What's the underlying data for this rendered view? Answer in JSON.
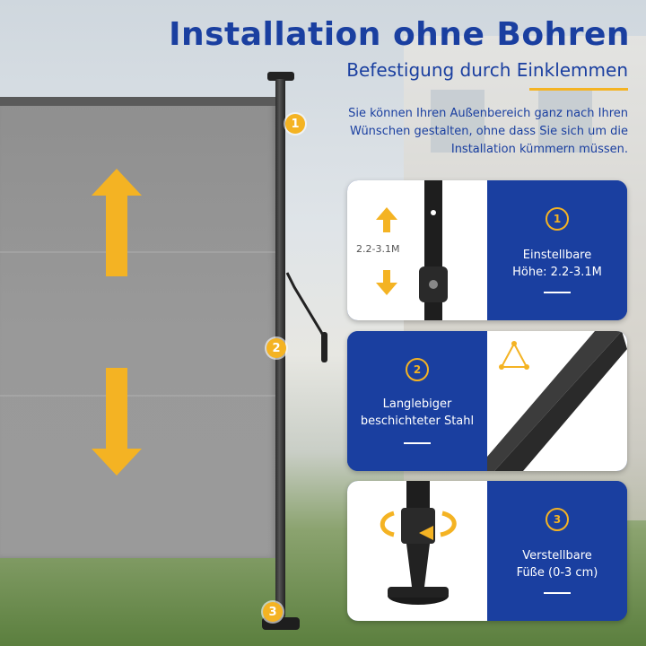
{
  "header": {
    "title": "Installation ohne Bohren",
    "subtitle": "Befestigung durch Einklemmen",
    "description": "Sie können Ihren Außenbereich ganz nach Ihren Wünschen gestalten, ohne dass Sie sich um die Installation kümmern müssen."
  },
  "pole_markers": [
    "1",
    "2",
    "3"
  ],
  "features": [
    {
      "number": "1",
      "label_line1": "Einstellbare",
      "label_line2": "Höhe: 2.2-3.1M",
      "range_label": "2.2-3.1M"
    },
    {
      "number": "2",
      "label_line1": "Langlebiger",
      "label_line2": "beschichteter Stahl"
    },
    {
      "number": "3",
      "label_line1": "Verstellbare",
      "label_line2": "Füße (0-3 cm)"
    }
  ],
  "colors": {
    "brand_blue": "#1a3fa0",
    "accent_yellow": "#f4b323"
  }
}
